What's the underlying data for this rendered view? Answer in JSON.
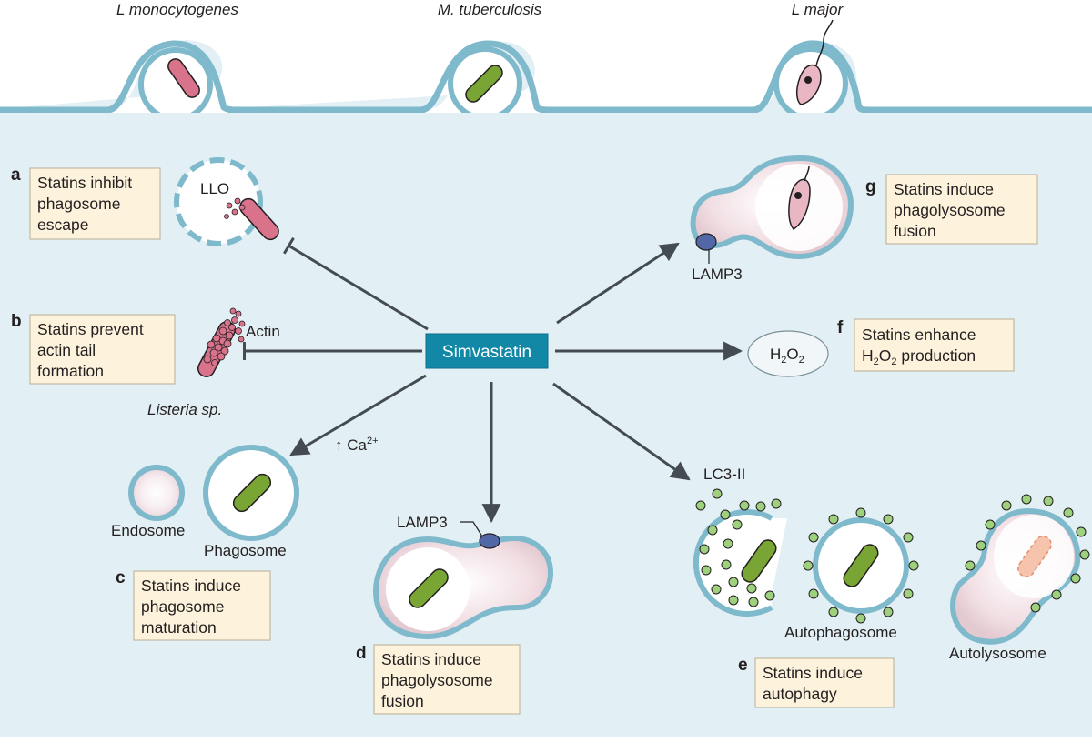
{
  "organisms": {
    "listeria": "L monocytogenes",
    "mtb": "M. tuberculosis",
    "leish": "L major"
  },
  "center": {
    "label": "Simvastatin"
  },
  "colors": {
    "background": "#e2eff4",
    "membrane": "#7fb9cc",
    "center_box": "#1288a6",
    "text_box": "#fdf3dc",
    "arrow": "#444c52",
    "listeria": "#d9738c",
    "mtb": "#79a534",
    "lamp": "#5267a6",
    "lc3": "#9ed07e"
  },
  "panels": {
    "a": {
      "letter": "a",
      "lines": [
        "Statins inhibit",
        "phagosome",
        "escape"
      ],
      "label_llo": "LLO"
    },
    "b": {
      "letter": "b",
      "lines": [
        "Statins prevent",
        "actin tail",
        "formation"
      ],
      "label_actin": "Actin",
      "label_species": "Listeria sp."
    },
    "c": {
      "letter": "c",
      "lines": [
        "Statins induce",
        "phagosome",
        "maturation"
      ],
      "label_ca": "↑ Ca",
      "label_ca_sup": "2+",
      "label_endosome": "Endosome",
      "label_phagosome": "Phagosome"
    },
    "d": {
      "letter": "d",
      "lines": [
        "Statins induce",
        "phagolysosome",
        "fusion"
      ],
      "label_lamp": "LAMP3"
    },
    "e": {
      "letter": "e",
      "lines": [
        "Statins induce",
        "autophagy"
      ],
      "label_lc3": "LC3-II",
      "label_autophagosome": "Autophagosome",
      "label_autolysosome": "Autolysosome"
    },
    "f": {
      "letter": "f",
      "line1": "Statins enhance",
      "line2_a": "H",
      "line2_sub1": "2",
      "line2_b": "O",
      "line2_sub2": "2",
      "line2_c": " production",
      "ros_a": "H",
      "ros_sub1": "2",
      "ros_b": "O",
      "ros_sub2": "2"
    },
    "g": {
      "letter": "g",
      "lines": [
        "Statins induce",
        "phagolysosome",
        "fusion"
      ],
      "label_lamp": "LAMP3"
    }
  }
}
